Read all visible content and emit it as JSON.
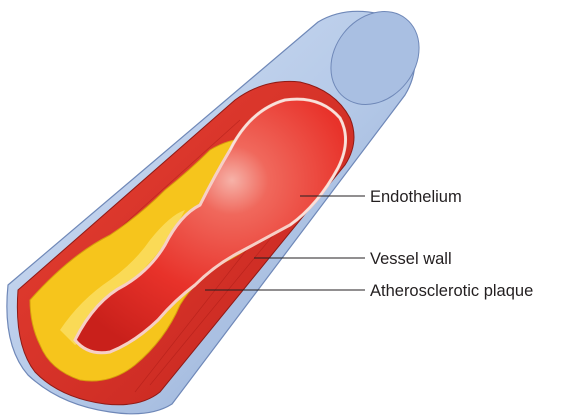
{
  "labels": {
    "endothelium": "Endothelium",
    "vessel_wall": "Vessel wall",
    "plaque": "Atherosclerotic plaque"
  },
  "colors": {
    "outer_sheath": "#b9cdea",
    "outer_sheath_shadow": "#8fa9d3",
    "vessel_wall": "#e0342c",
    "vessel_wall_dark": "#b8211c",
    "plaque": "#f6c51c",
    "plaque_light": "#fbe06a",
    "lumen": "#ec3a33",
    "lumen_highlight": "#f7a39a",
    "endothelium": "#f6cfc6",
    "leader_line": "#231f20"
  }
}
